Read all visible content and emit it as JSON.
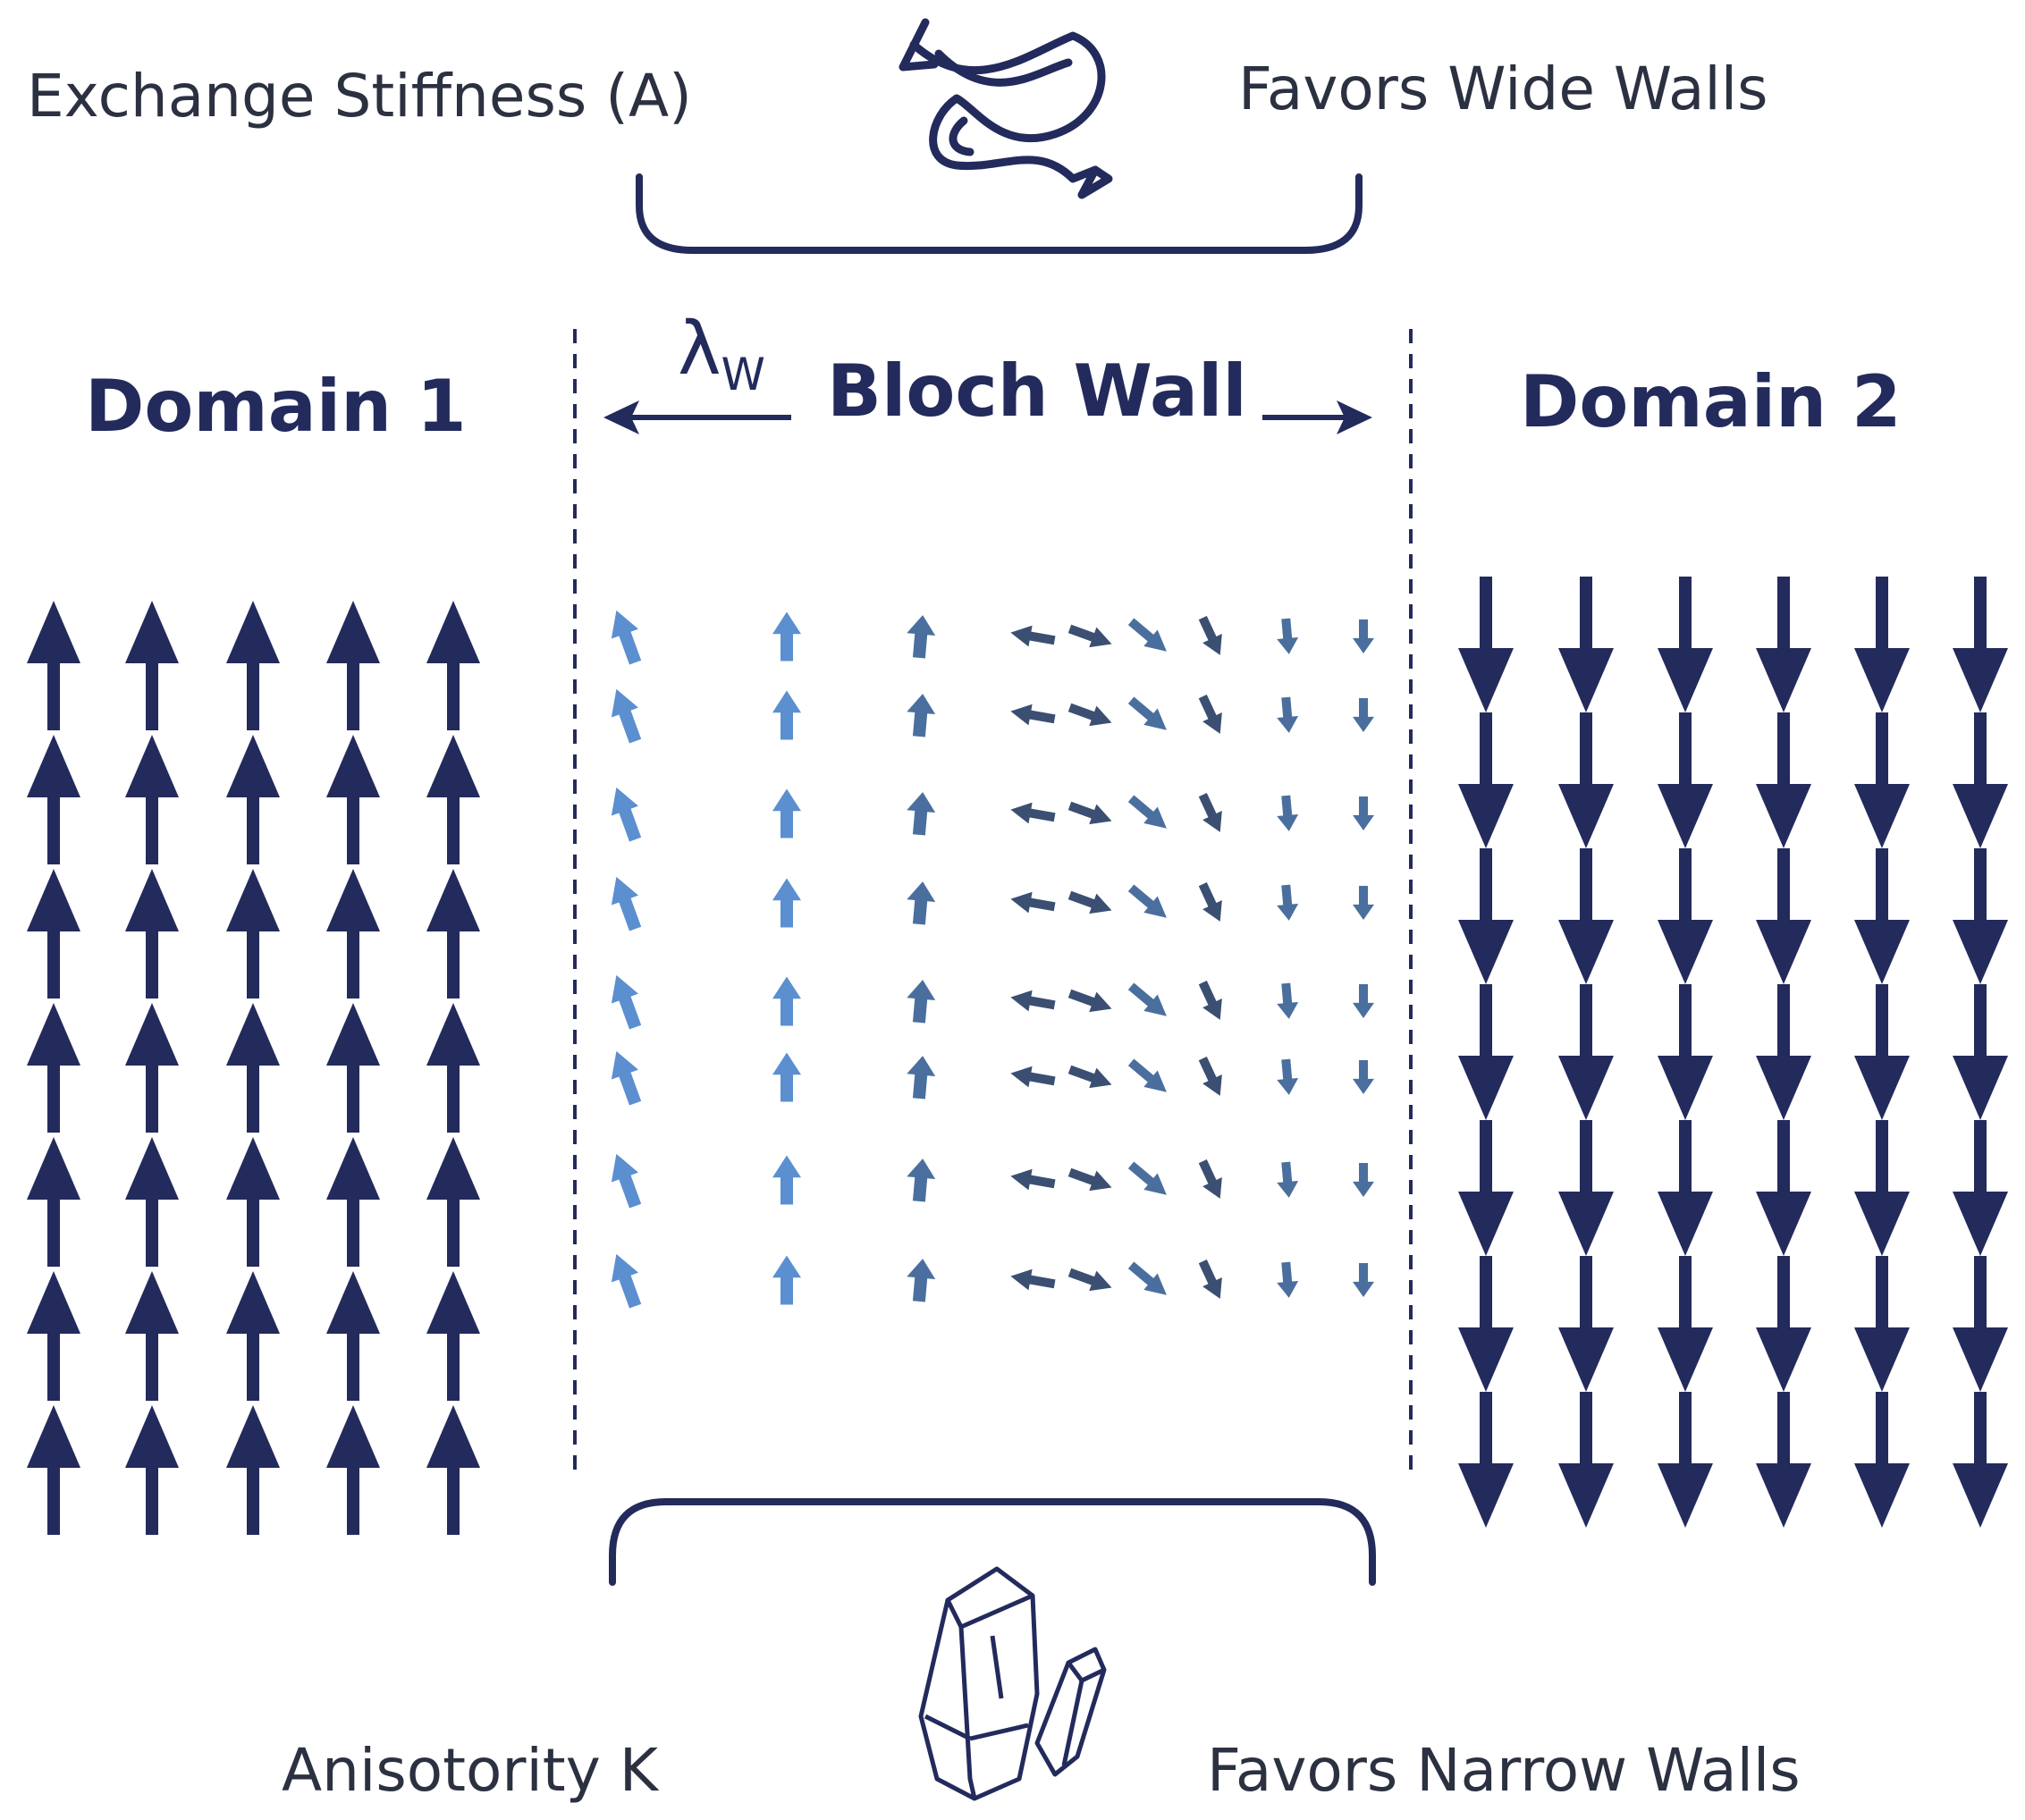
{
  "labels": {
    "exchange": "Exchange Stiffness (A)",
    "favors_wide": "Favors Wide Walls",
    "anisotropy": "Anisotority K",
    "favors_narrow": "Favors Narrow Walls",
    "domain1": "Domain 1",
    "domain2": "Domain 2",
    "bloch_wall": "Bloch Wall",
    "lambda_symbol": "λ",
    "lambda_subscript": "W"
  },
  "icons": {
    "exchange": "twisted-arrows-icon",
    "anisotropy": "crystal-icon"
  },
  "colors": {
    "navy": "#232a5c",
    "wall_light": "#5b8fd0",
    "wall_mid": "#4a6f9e",
    "wall_dark": "#3b4f72"
  },
  "domains": {
    "domain1": {
      "direction": "up",
      "columns": 5,
      "arrows_per_column": 7
    },
    "domain2": {
      "direction": "down",
      "columns": 6,
      "arrows_per_column": 7
    }
  },
  "bloch_wall": {
    "rows": 8,
    "column_angles_deg": [
      -20,
      0,
      5,
      80,
      70,
      50,
      25,
      5,
      0
    ]
  }
}
